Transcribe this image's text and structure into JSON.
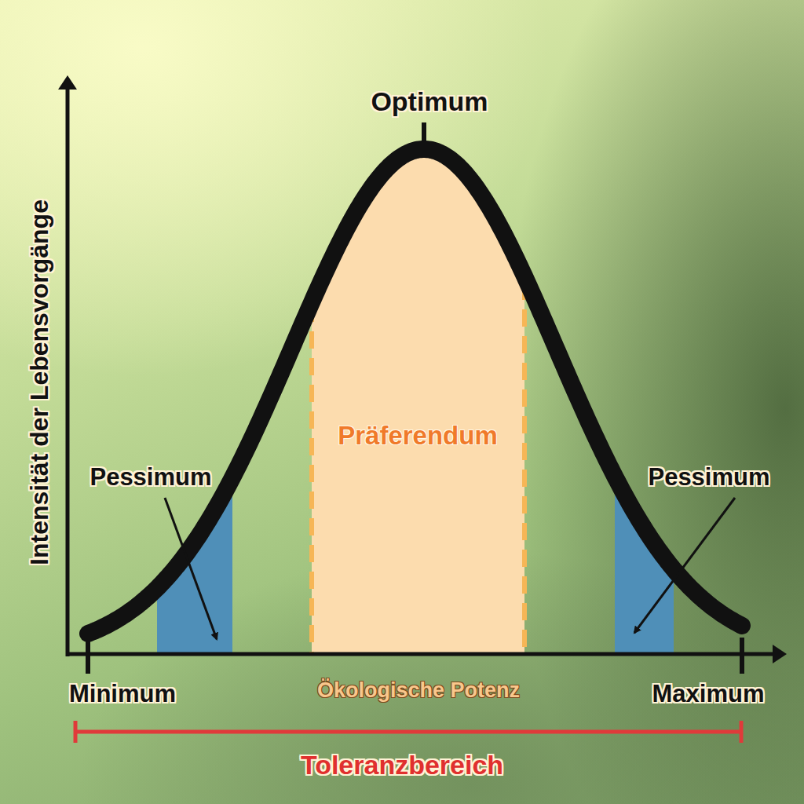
{
  "diagram": {
    "nodes": [
      {
        "text": [
          "Präferendum"
        ]
      }
    ],
    "labels": [
      "Optimum",
      "Intensität der Lebensvorgänge",
      "Pessimum",
      "Pessimum",
      "Minimum",
      "Ökologische Potenz",
      "Maximum",
      "Toleranzbereich"
    ]
  }
}
